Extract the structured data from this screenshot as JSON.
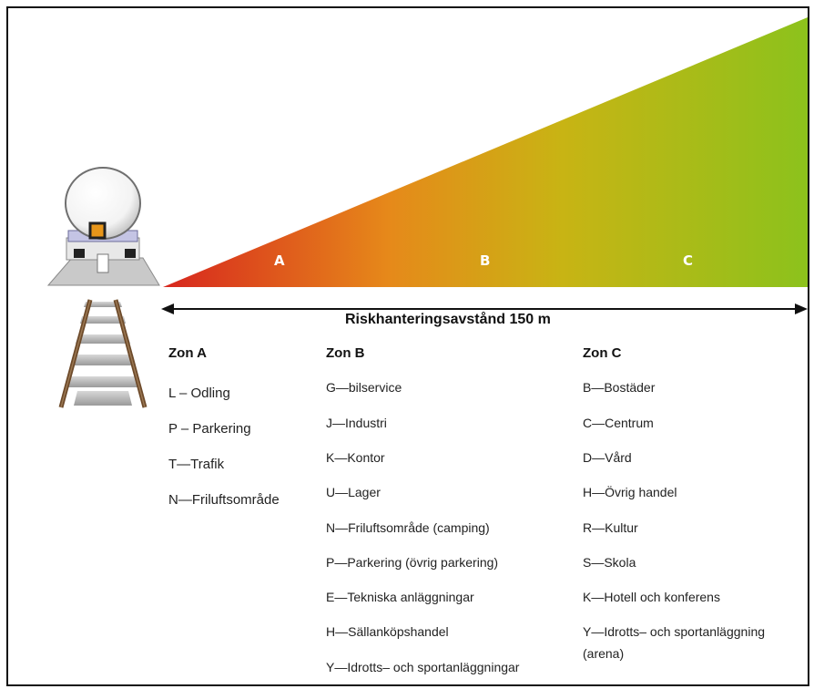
{
  "zones_diagram": {
    "zone_letters": [
      "A",
      "B",
      "C"
    ],
    "distance_label": "Riskhanteringsavstånd 150 m",
    "gradient_colors": [
      "#d7261e",
      "#e6891a",
      "#c8b414",
      "#8cc21c"
    ]
  },
  "columns": [
    {
      "heading": "Zon A",
      "items": [
        "L – Odling",
        "P – Parkering",
        "T—Trafik",
        "N—Friluftsområde"
      ]
    },
    {
      "heading": "Zon B",
      "items": [
        "G—bilservice",
        "J—Industri",
        "K—Kontor",
        "U—Lager",
        "N—Friluftsområde (camping)",
        "P—Parkering (övrig parkering)",
        "E—Tekniska anläggningar",
        "H—Sällanköpshandel",
        "Y—Idrotts– och sportanläggningar"
      ]
    },
    {
      "heading": "Zon C",
      "items": [
        "B—Bostäder",
        "C—Centrum",
        "D—Vård",
        "H—Övrig handel",
        "R—Kultur",
        "S—Skola",
        "K—Hotell och konferens",
        "Y—Idrotts– och sportanläggning",
        "(arena)"
      ]
    }
  ]
}
